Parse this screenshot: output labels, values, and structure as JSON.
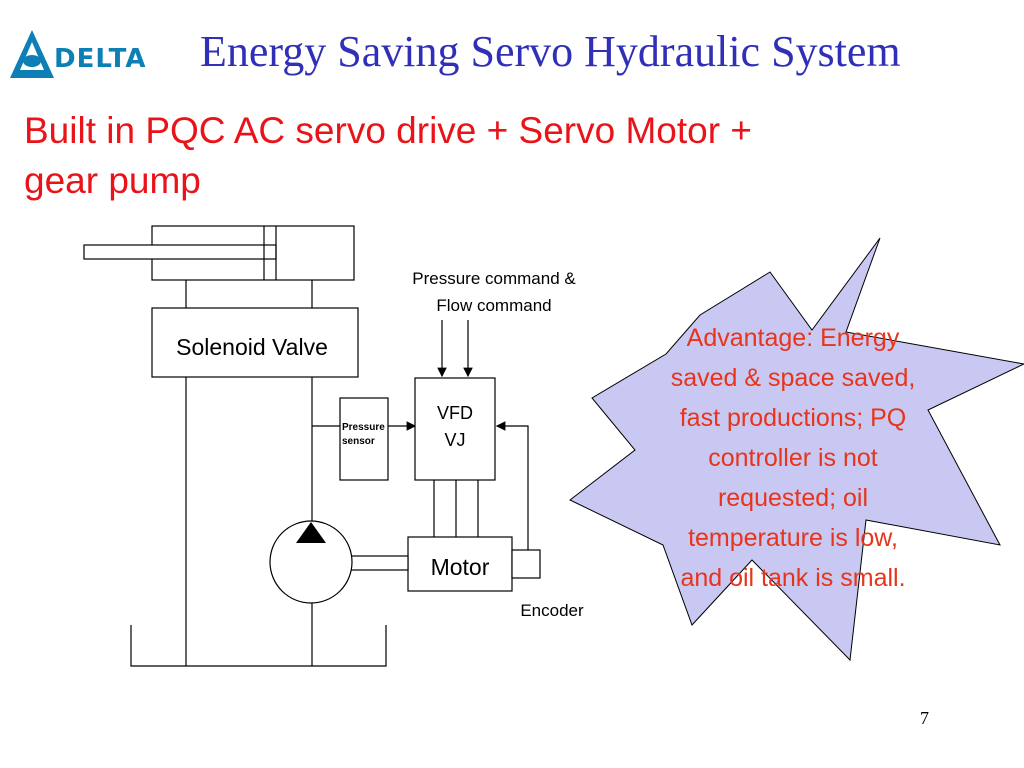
{
  "slide": {
    "title": "Energy Saving Servo Hydraulic System",
    "subtitle_line1": "Built in PQC AC servo drive + Servo Motor +",
    "subtitle_line2": "gear pump",
    "page_number": "7"
  },
  "logo": {
    "text": "DELTA",
    "icon": "delta-triangle-logo"
  },
  "diagram": {
    "solenoid_valve": "Solenoid Valve",
    "command_line1": "Pressure command &",
    "command_line2": "Flow command",
    "vfd_line1": "VFD",
    "vfd_line2": "VJ",
    "pressure_sensor_line1": "Pressure",
    "pressure_sensor_line2": "sensor",
    "motor": "Motor",
    "encoder": "Encoder",
    "pump_icon": "hydraulic-pump-symbol"
  },
  "advantage": {
    "lines": [
      "Advantage: Energy",
      "saved & space saved,",
      "fast productions; PQ",
      "controller is not",
      "requested; oil",
      "temperature is low,",
      "and oil tank is small."
    ],
    "burst_fill": "#c8c8f2",
    "text_color": "#e8341a"
  },
  "colors": {
    "title": "#2f2fb8",
    "subtitle": "#e8141a",
    "logo": "#0d7fb5"
  }
}
